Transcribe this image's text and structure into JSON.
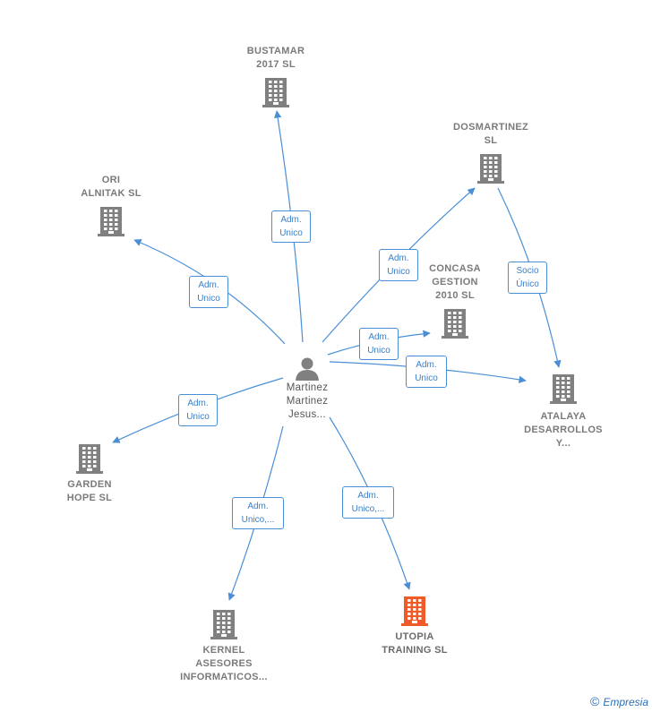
{
  "person": {
    "label": "Martinez\nMartinez\nJesus..."
  },
  "companies": {
    "bustamar": "BUSTAMAR\n2017  SL",
    "dosmartinez": "DOSMARTINEZ\nSL",
    "ori": "ORI\nALNITAK  SL",
    "concasa": "CONCASA\nGESTION\n2010 SL",
    "atalaya": "ATALAYA\nDESARROLLOS\nY...",
    "garden": "GARDEN\nHOPE  SL",
    "kernel": "KERNEL\nASESORES\nINFORMATICOS...",
    "utopia": "UTOPIA\nTRAINING  SL"
  },
  "edges": {
    "bustamar": "Adm.\nUnico",
    "dosmartinez": "Adm.\nUnico",
    "ori": "Adm.\nUnico",
    "concasa": "Adm.\nUnico",
    "atalaya": "Adm.\nUnico",
    "garden": "Adm.\nUnico",
    "kernel": "Adm.\nUnico,...",
    "utopia": "Adm.\nUnico,...",
    "dos_atalaya": "Socio\nÚnico"
  },
  "colors": {
    "edge": "#4a8fd6",
    "building": "#808080",
    "main_building": "#f05a28",
    "person": "#808080"
  },
  "footer": {
    "copyright": "©",
    "brand": "Empresia"
  }
}
